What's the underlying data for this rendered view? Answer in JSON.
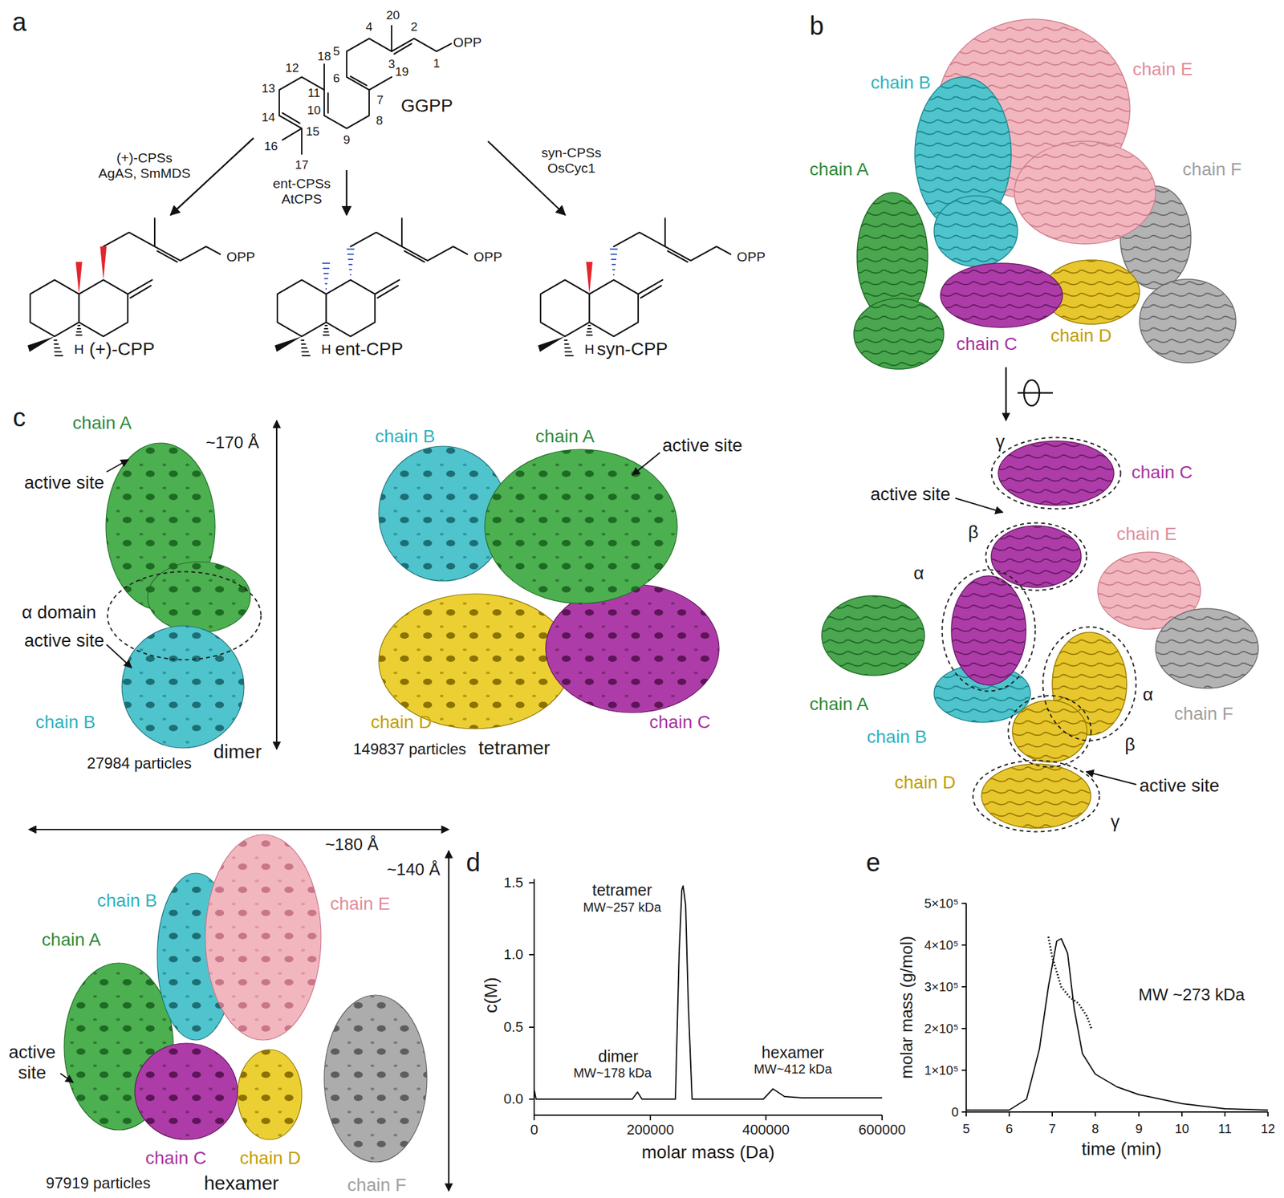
{
  "diagram": {
    "nodes": [
      {
        "text": [
          "GGPP"
        ]
      },
      {
        "text": [
          "(+)-CPP"
        ]
      },
      {
        "text": [
          "ent-CPP"
        ]
      },
      {
        "text": [
          "syn-CPP"
        ]
      },
      {
        "text": [
          "γ"
        ]
      },
      {
        "text": [
          "β"
        ]
      },
      {
        "text": [
          "α"
        ]
      },
      {
        "text": [
          "α"
        ]
      },
      {
        "text": [
          "β"
        ]
      },
      {
        "text": [
          "γ"
        ]
      },
      {
        "text": [
          "α domain"
        ]
      }
    ],
    "edges": [
      {
        "from": 0,
        "to": 1,
        "arrow": "to",
        "label": "(+)-CPSs AgAS, SmMDS"
      },
      {
        "from": 0,
        "to": 2,
        "arrow": "to",
        "label": "ent-CPSs AtCPS"
      },
      {
        "from": 0,
        "to": 3,
        "arrow": "to",
        "label": "syn-CPSs OsCyc1"
      }
    ],
    "labels": [
      "a",
      "20",
      "3",
      "2",
      "4",
      "5",
      "1",
      "OPP",
      "6",
      "19",
      "7",
      "18",
      "12",
      "13",
      "11",
      "10",
      "8",
      "9",
      "14",
      "15",
      "17",
      "16",
      "OPP",
      "H",
      "OPP",
      "H",
      "OPP",
      "H",
      "b",
      "chain B",
      "chain E",
      "chain A",
      "chain F",
      "chain C",
      "chain D",
      "chain C",
      "active site",
      "chain E",
      "chain A",
      "chain B",
      "chain F",
      "chain D",
      "active site",
      "c",
      "chain A",
      "~170 Å",
      "active site",
      "active site",
      "chain B",
      "27984 particles",
      "dimer",
      "chain B",
      "chain A",
      "active site",
      "chain D",
      "chain C",
      "149837 particles",
      "tetramer",
      "~180 Å",
      "~140 Å",
      "chain B",
      "chain A",
      "chain E",
      "active site",
      "chain C",
      "chain D",
      "chain F",
      "97919 particles",
      "hexamer",
      "d",
      "tetramer",
      "MW~257 kDa",
      "dimer",
      "MW~178 kDa",
      "hexamer",
      "MW~412 kDa",
      "c(M)",
      "molar mass (Da)",
      "1.5",
      "1.0",
      "0.5",
      "0.0",
      "0",
      "200000",
      "400000",
      "600000",
      "e",
      "MW ~273 kDa",
      "molar mass (g/mol)",
      "time (min)",
      "5×10⁵",
      "4×10⁵",
      "3×10⁵",
      "2×10⁵",
      "1×10⁵",
      "0",
      "5",
      "6",
      "7",
      "8",
      "9",
      "10",
      "11",
      "12"
    ]
  }
}
